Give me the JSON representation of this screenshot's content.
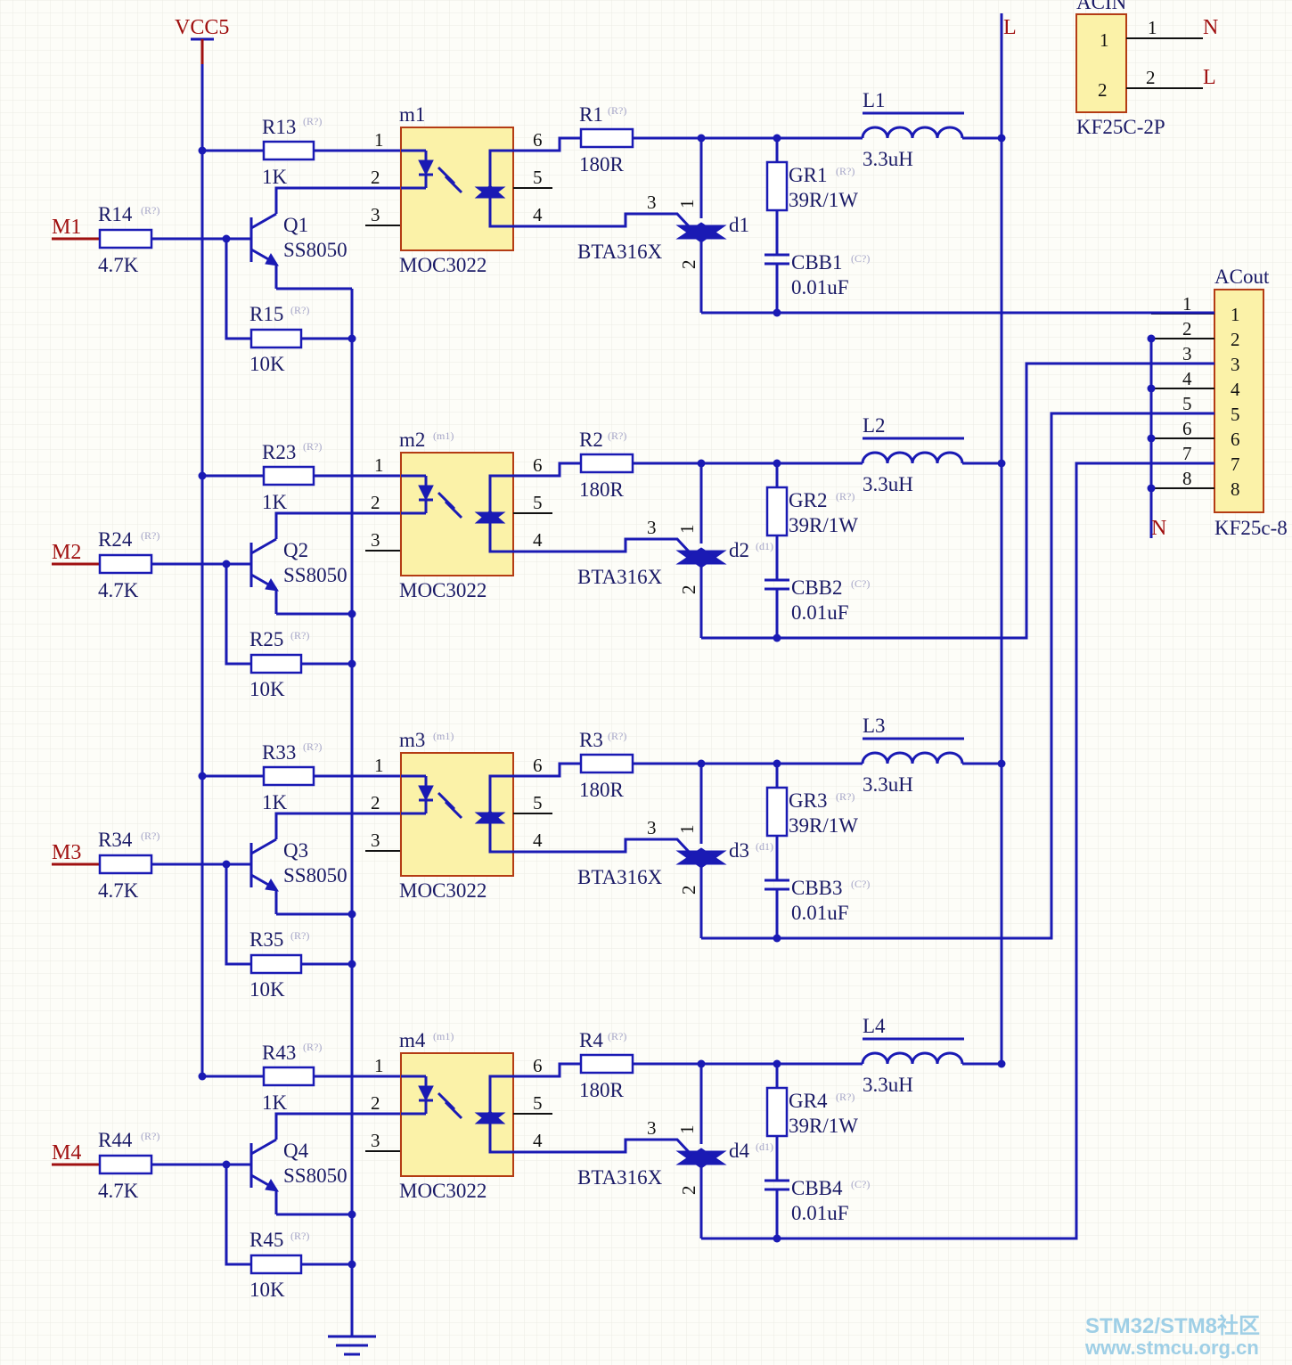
{
  "nets": {
    "vcc": "VCC5",
    "line": "L",
    "neutral": "N"
  },
  "inputs": [
    "M1",
    "M2",
    "M3",
    "M4"
  ],
  "channels": [
    {
      "opto": "m1",
      "opto_sup": "",
      "opto_part": "MOC3022",
      "r_led": "R13",
      "r_led_val": "1K",
      "r_base": "R14",
      "r_base_val": "4.7K",
      "r_pull": "R15",
      "r_pull_val": "10K",
      "transistor": "Q1",
      "transistor_part": "SS8050",
      "r_gate": "R1",
      "r_gate_val": "180R",
      "triac": "d1",
      "triac_sup": "",
      "triac_part": "BTA316X",
      "inductor": "L1",
      "inductor_val": "3.3uH",
      "snub_r": "GR1",
      "snub_r_val": "39R/1W",
      "snub_c": "CBB1",
      "snub_c_val": "0.01uF"
    },
    {
      "opto": "m2",
      "opto_sup": "(m1)",
      "opto_part": "MOC3022",
      "r_led": "R23",
      "r_led_val": "1K",
      "r_base": "R24",
      "r_base_val": "4.7K",
      "r_pull": "R25",
      "r_pull_val": "10K",
      "transistor": "Q2",
      "transistor_part": "SS8050",
      "r_gate": "R2",
      "r_gate_val": "180R",
      "triac": "d2",
      "triac_sup": "(d1)",
      "triac_part": "BTA316X",
      "inductor": "L2",
      "inductor_val": "3.3uH",
      "snub_r": "GR2",
      "snub_r_val": "39R/1W",
      "snub_c": "CBB2",
      "snub_c_val": "0.01uF"
    },
    {
      "opto": "m3",
      "opto_sup": "(m1)",
      "opto_part": "MOC3022",
      "r_led": "R33",
      "r_led_val": "1K",
      "r_base": "R34",
      "r_base_val": "4.7K",
      "r_pull": "R35",
      "r_pull_val": "10K",
      "transistor": "Q3",
      "transistor_part": "SS8050",
      "r_gate": "R3",
      "r_gate_val": "180R",
      "triac": "d3",
      "triac_sup": "(d1)",
      "triac_part": "BTA316X",
      "inductor": "L3",
      "inductor_val": "3.3uH",
      "snub_r": "GR3",
      "snub_r_val": "39R/1W",
      "snub_c": "CBB3",
      "snub_c_val": "0.01uF"
    },
    {
      "opto": "m4",
      "opto_sup": "(m1)",
      "opto_part": "MOC3022",
      "r_led": "R43",
      "r_led_val": "1K",
      "r_base": "R44",
      "r_base_val": "4.7K",
      "r_pull": "R45",
      "r_pull_val": "10K",
      "transistor": "Q4",
      "transistor_part": "SS8050",
      "r_gate": "R4",
      "r_gate_val": "180R",
      "triac": "d4",
      "triac_sup": "(d1)",
      "triac_part": "BTA316X",
      "inductor": "L4",
      "inductor_val": "3.3uH",
      "snub_r": "GR4",
      "snub_r_val": "39R/1W",
      "snub_c": "CBB4",
      "snub_c_val": "0.01uF"
    }
  ],
  "sup_r": "(R?)",
  "sup_c": "(C?)",
  "acin": {
    "ref": "ACIN",
    "part": "KF25C-2P",
    "pins": [
      "1",
      "2"
    ],
    "nets": [
      "N",
      "L"
    ]
  },
  "acout": {
    "ref": "ACout",
    "part": "KF25c-8",
    "pins": [
      "1",
      "2",
      "3",
      "4",
      "5",
      "6",
      "7",
      "8"
    ]
  },
  "watermark": {
    "line1": "STM32/STM8社区",
    "line2": "www.stmcu.org.cn"
  },
  "colors": {
    "wire": "#1a1ab4",
    "ic_fill": "#fbf2a8",
    "ic_border": "#b43c14",
    "net_label": "#a01010",
    "pin_line": "#111111"
  }
}
